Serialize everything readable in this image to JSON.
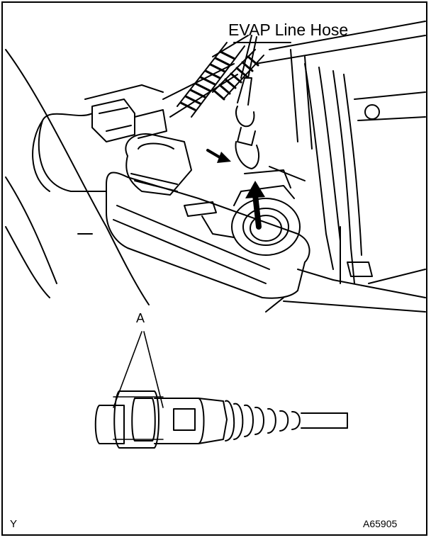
{
  "diagram": {
    "hose_label": "EVAP Line Hose",
    "callout_label": "A",
    "corner_left": "Y",
    "figure_code": "A65905"
  }
}
